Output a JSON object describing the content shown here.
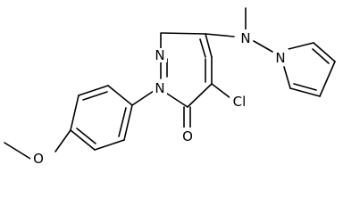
{
  "molecule": {
    "atoms": {
      "n_ring_1": "N",
      "n_ring_2": "N",
      "o_carbonyl": "O",
      "cl": "Cl",
      "n_amine": "N",
      "n_pyrrole": "N",
      "o_methoxy": "O"
    }
  }
}
